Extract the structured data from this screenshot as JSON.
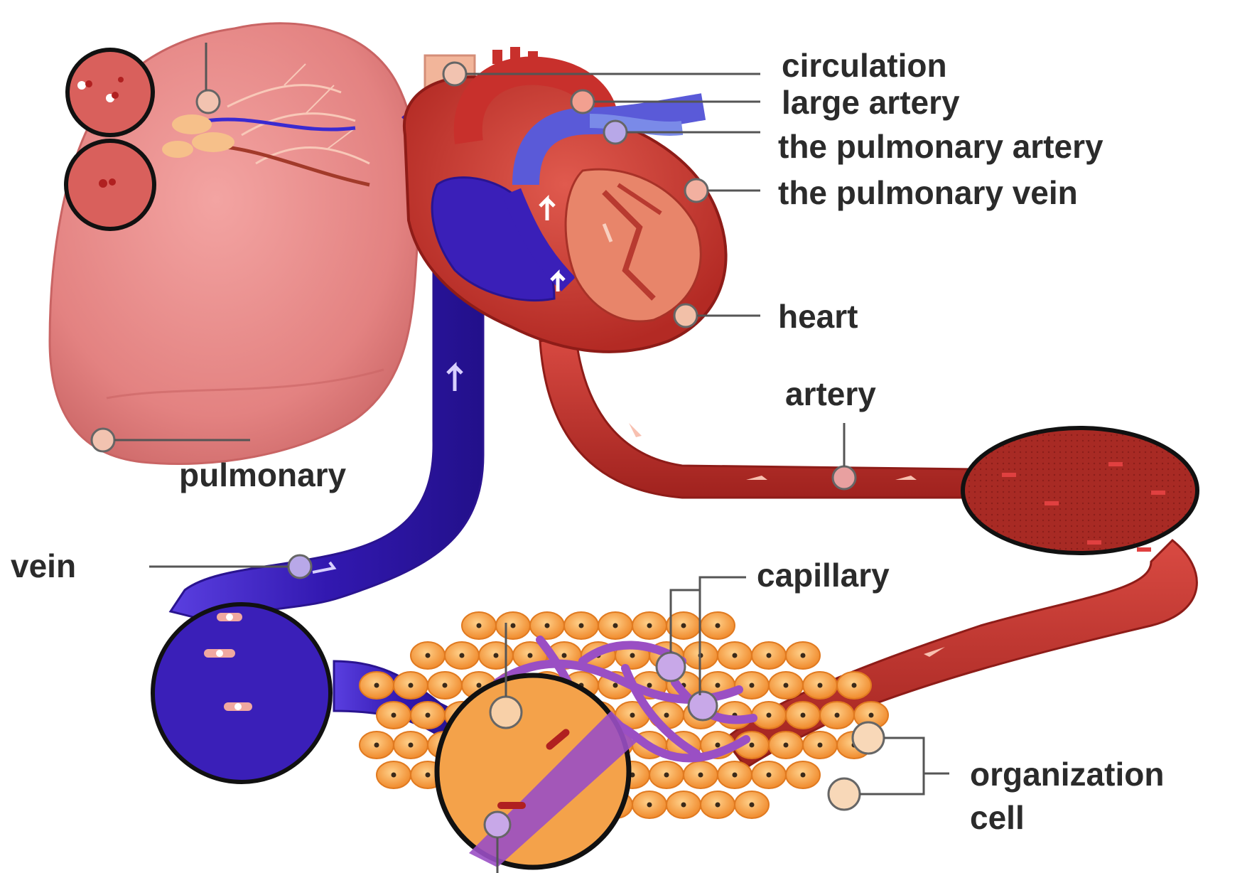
{
  "labels": {
    "circulation": "circulation",
    "large_artery": "large artery",
    "pulmonary_artery": "the pulmonary artery",
    "pulmonary_vein": "the pulmonary vein",
    "heart": "heart",
    "artery": "artery",
    "pulmonary": "pulmonary",
    "vein": "vein",
    "capillary": "capillary",
    "organization": "organization",
    "cell": "cell"
  },
  "colors": {
    "lung": "#e98585",
    "artery_red": "#c8302c",
    "vein_blue": "#3a1fb8",
    "tissue_orange": "#f6a24a",
    "capillary_purple": "#9a4fc4",
    "label_text": "#2b2b2b",
    "leader_line": "#555555"
  }
}
